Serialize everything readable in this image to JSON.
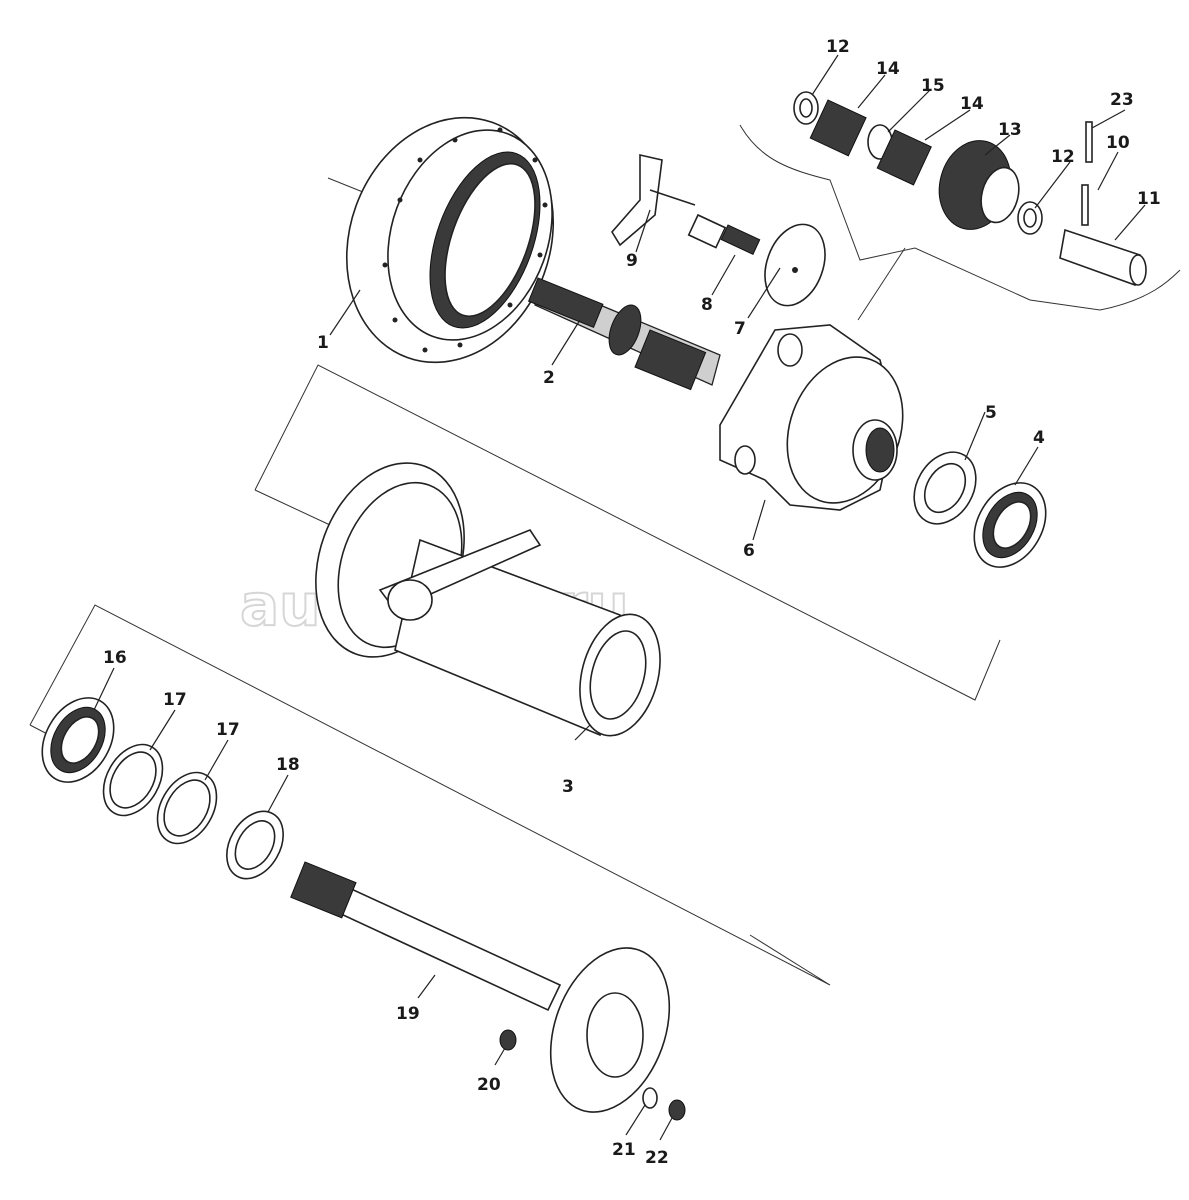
{
  "watermark": "autopiter.ru",
  "corner_mark": "",
  "labels": {
    "p1": "1",
    "p2": "2",
    "p3": "3",
    "p4": "4",
    "p5": "5",
    "p6": "6",
    "p7": "7",
    "p8": "8",
    "p9": "9",
    "p10": "10",
    "p11": "11",
    "p12a": "12",
    "p12b": "12",
    "p13": "13",
    "p14a": "14",
    "p14b": "14",
    "p15": "15",
    "p16": "16",
    "p17a": "17",
    "p17b": "17",
    "p18": "18",
    "p19": "19",
    "p20": "20",
    "p21": "21",
    "p22": "22",
    "p23": "23"
  }
}
